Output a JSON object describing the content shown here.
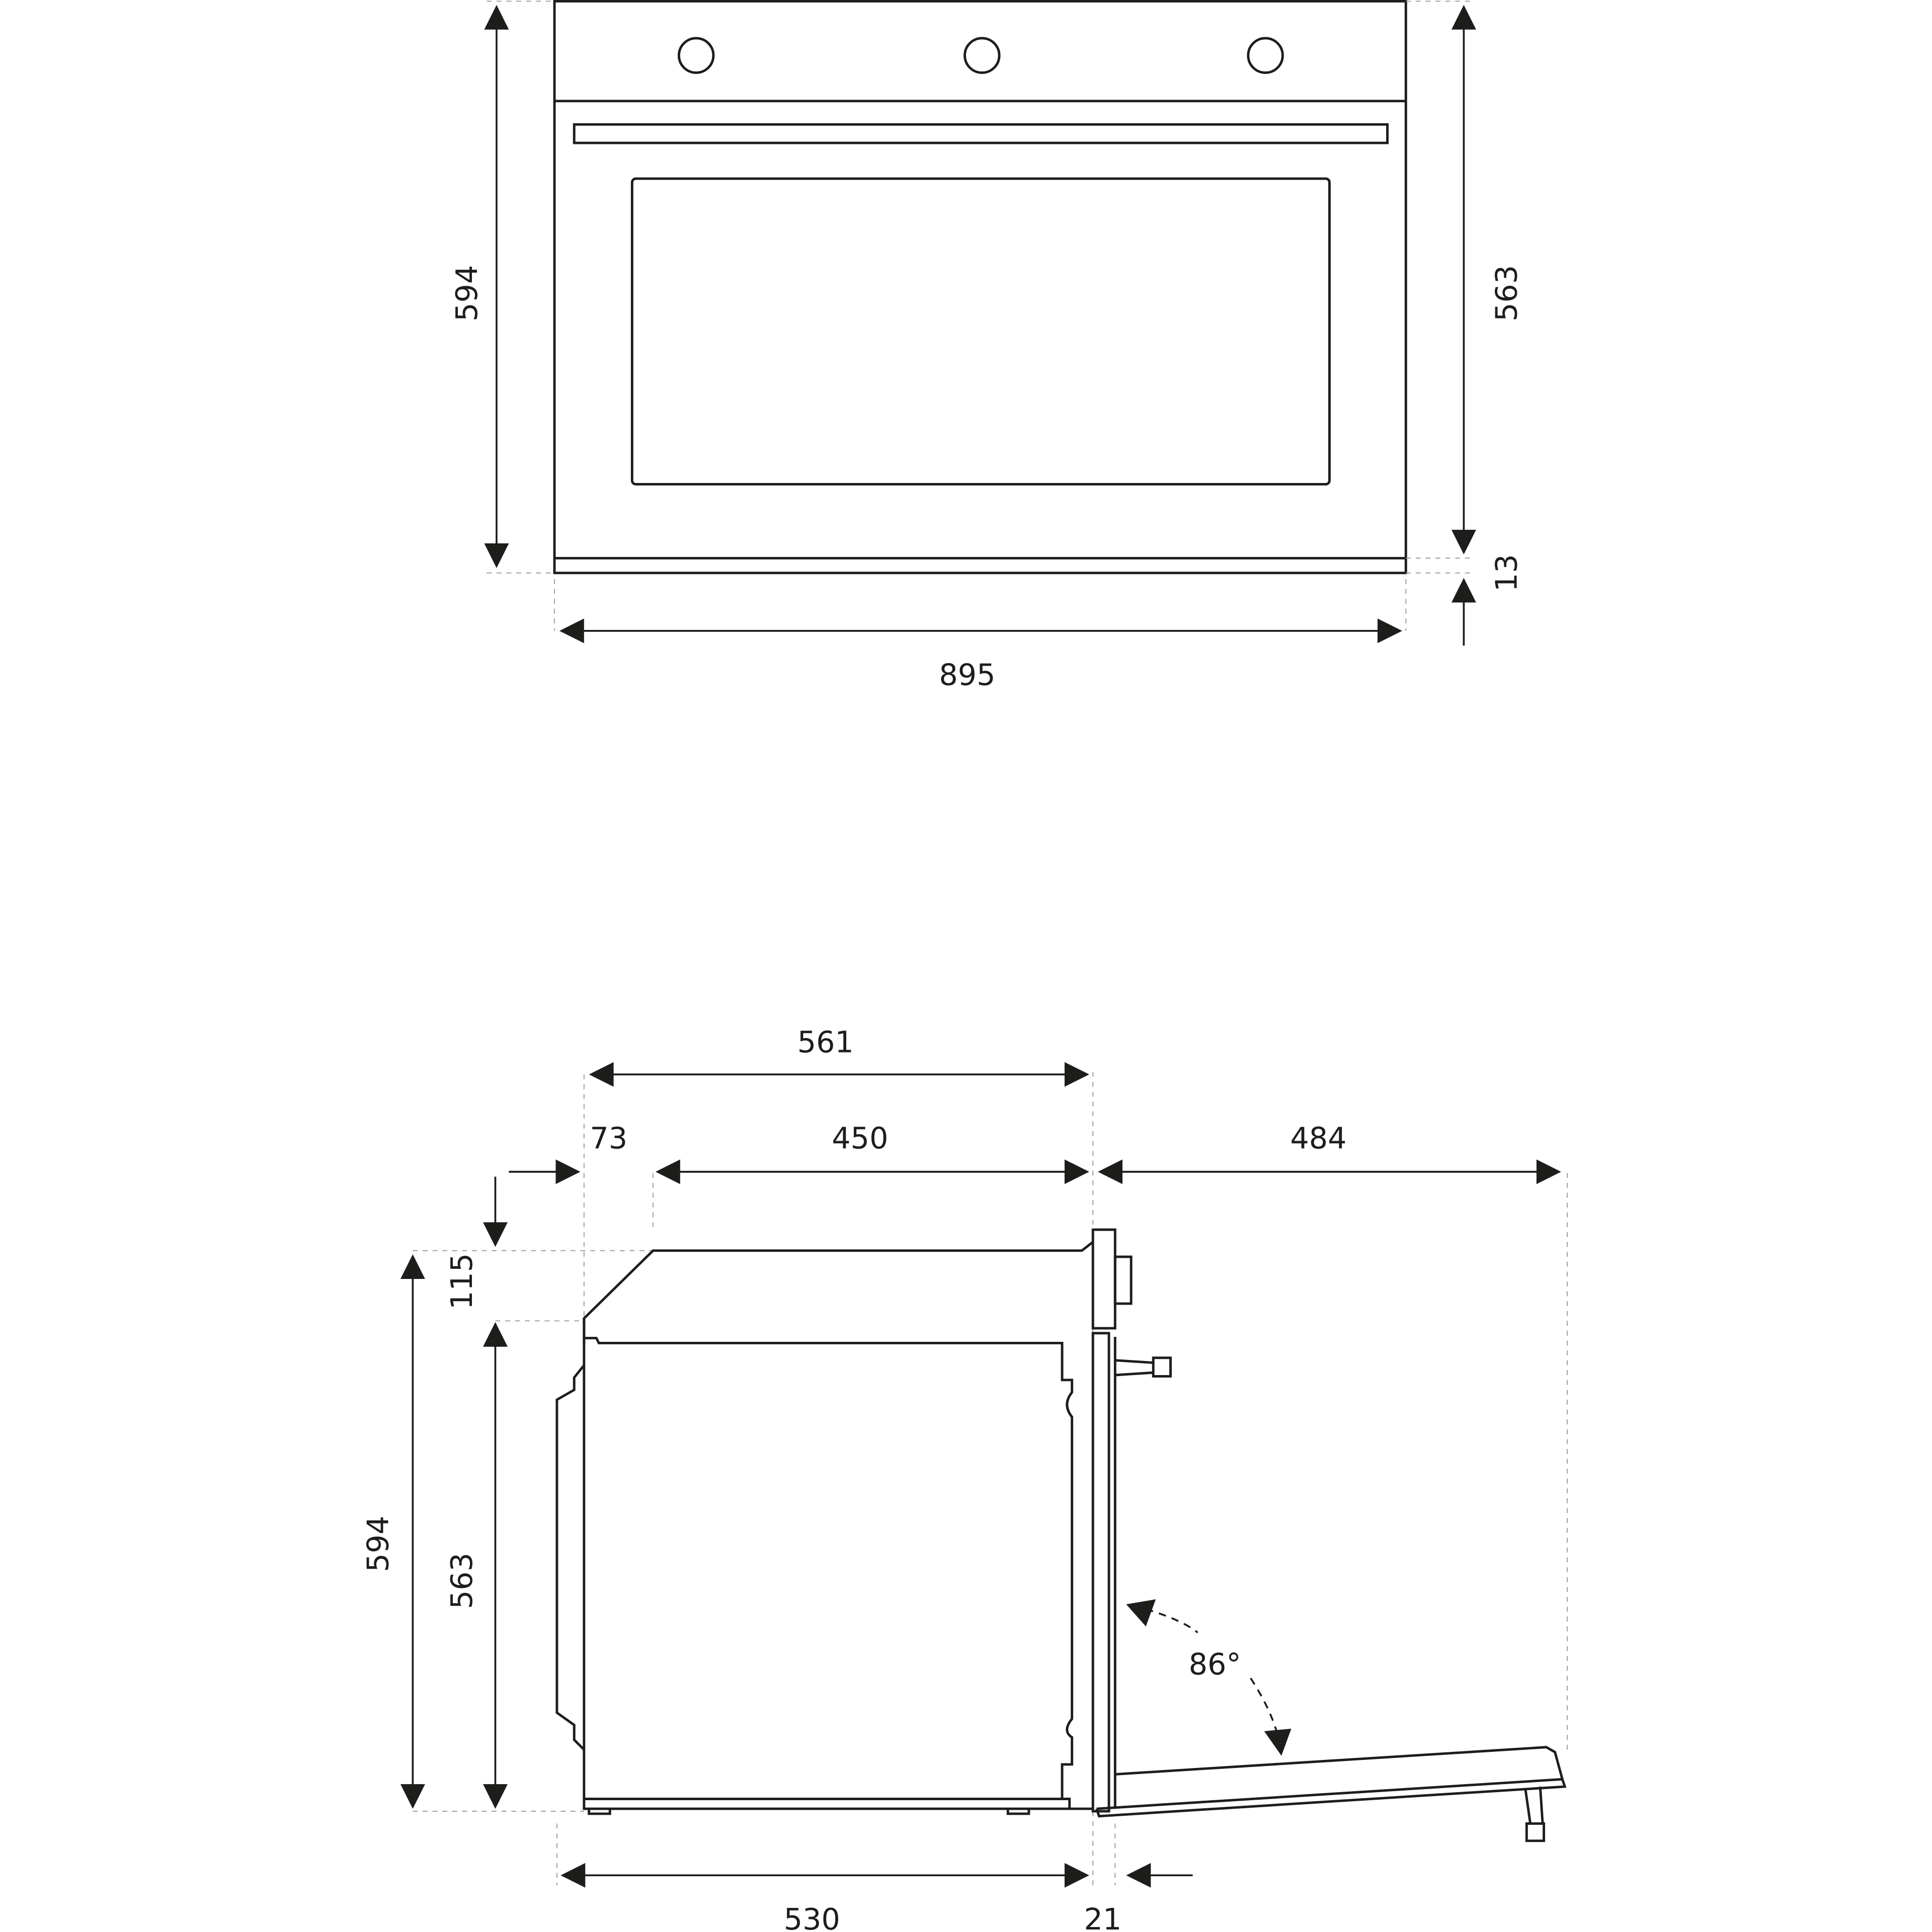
{
  "front_view": {
    "dimensions": {
      "height_total": "594",
      "height_door": "563",
      "bottom_gap": "13",
      "width": "895"
    },
    "knobs": 3
  },
  "side_view": {
    "dimensions": {
      "depth_total": "561",
      "top_offset": "73",
      "depth_top": "450",
      "door_open_projection": "484",
      "top_chamfer": "115",
      "height_total": "594",
      "height_body": "563",
      "depth_body": "530",
      "door_thickness": "21",
      "door_angle": "86°"
    }
  },
  "colors": {
    "line": "#1d1d1b",
    "extension_line": "#9d9d9c"
  }
}
